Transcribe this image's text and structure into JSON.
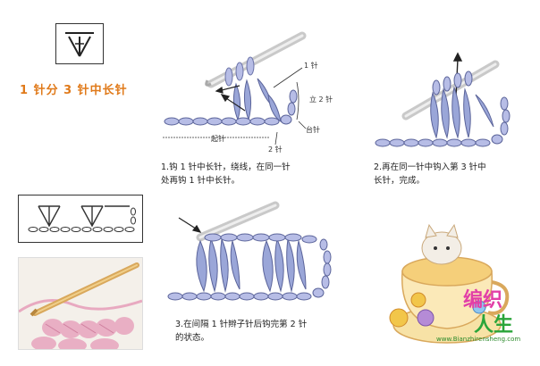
{
  "title": "1 针分 3 针中长针",
  "steps": [
    {
      "caption_line1": "1.钩 1 针中长针，绕线，在同一针",
      "caption_line2": "处再钩 1 针中长针。"
    },
    {
      "caption_line1": "2.再在同一针中钩入第 3 针中",
      "caption_line2": "长针，完成。"
    },
    {
      "caption_line1": "3.在间隔 1 针辫子针后钩完第 2 针",
      "caption_line2": "的状态。"
    }
  ],
  "labels": {
    "stitch_1": "1 针",
    "stand_2": "立 2 针",
    "platform": "台针",
    "starting": "起针",
    "stitch_2": "2 针"
  },
  "watermark": {
    "line1": "编织",
    "line2": "人生",
    "url": "www.Bianzhirensheng.com"
  },
  "colors": {
    "title": "#e07a1a",
    "yarn_blue": "#9aa6d8",
    "yarn_lavender": "#b7bde6",
    "hook": "#d9a85c",
    "photo_yarn": "#e8a9c0"
  }
}
